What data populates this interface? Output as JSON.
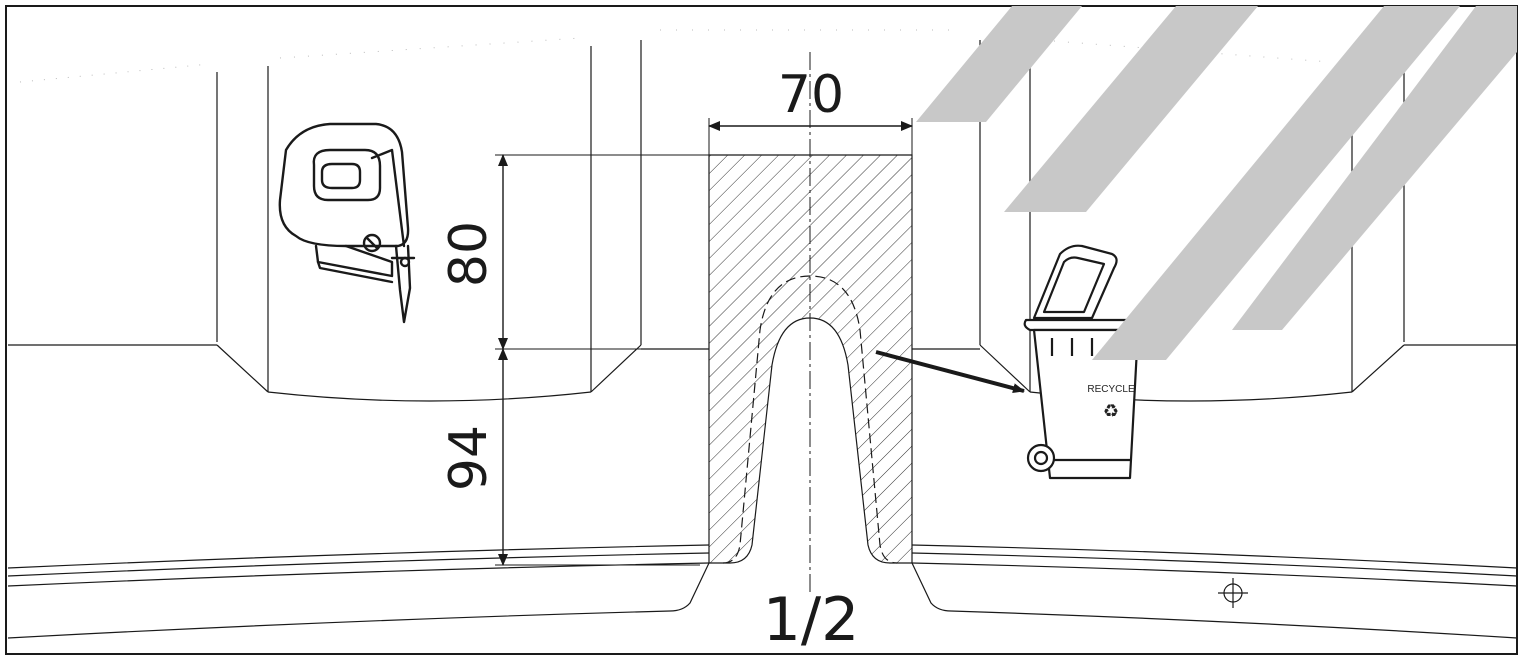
{
  "dimensions": {
    "width_label": "70",
    "upper_height_label": "80",
    "lower_height_label": "94",
    "center_fraction_label": "1/2"
  },
  "bin": {
    "label": "RECYCLE",
    "symbol": "♻"
  },
  "icons": [
    "jigsaw-icon",
    "recycle-bin-icon",
    "crosshair-mark-icon",
    "watermark-stripes"
  ],
  "colors": {
    "line": "#1a1a1a",
    "watermark": "#c8c8c8"
  }
}
